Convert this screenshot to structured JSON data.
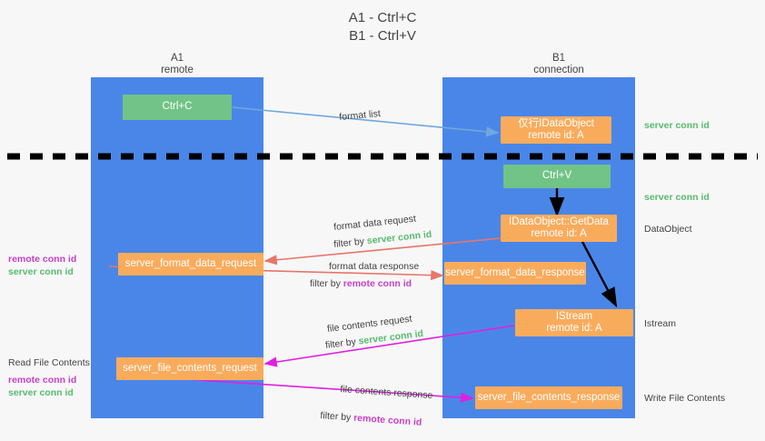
{
  "title": {
    "line1": "A1 - Ctrl+C",
    "line2": "B1 - Ctrl+V"
  },
  "lanes": [
    {
      "name": "A1",
      "sub": "remote"
    },
    {
      "name": "B1",
      "sub": "connection"
    }
  ],
  "nodes": {
    "ctrl_c": "Ctrl+C",
    "ctrl_v": "Ctrl+V",
    "idataobject_l1": "仅行IDataObject",
    "idataobject_l2": "remote id: A",
    "getdata_l1": "IDataObject::GetData",
    "getdata_l2": "remote id: A",
    "istream_l1": "IStream",
    "istream_l2": "remote id: A",
    "server_format_data_request": "server_format_data_request",
    "server_format_data_response": "server_format_data_response",
    "server_file_contents_request": "server_file_contents_request",
    "server_file_contents_response": "server_file_contents_response"
  },
  "edge_labels": {
    "format_list": "format list",
    "format_data_request": "format data request",
    "format_data_request_filter_prefix": "filter by ",
    "format_data_request_filter_value": "server conn id",
    "format_data_response": "format data response",
    "format_data_response_filter_prefix": "filter by ",
    "format_data_response_filter_value": "remote conn id",
    "file_contents_request": "file contents request",
    "file_contents_request_filter_prefix": "filter by ",
    "file_contents_request_filter_value": "server conn id",
    "file_contents_response": "file contents response",
    "file_contents_response_filter_prefix": "filter by ",
    "file_contents_response_filter_value": "remote conn id"
  },
  "right_labels": {
    "server_conn_id_1": "server conn id",
    "server_conn_id_2": "server conn id",
    "dataobject": "DataObject",
    "istream": "Istream",
    "write_file_contents": "Write File Contents"
  },
  "left_labels": {
    "remote_conn_id_1": "remote conn id",
    "server_conn_id_1": "server conn id",
    "read_file_contents": "Read File Contents",
    "remote_conn_id_2": "remote conn id",
    "server_conn_id_2": "server conn id"
  },
  "colors": {
    "lane": "#4a86e8",
    "orange": "#f9ab5c",
    "green_box": "#72c387",
    "green_text": "#57bb6e",
    "magenta_text": "#c83fc8",
    "red_arrow": "#e8756a",
    "blue_arrow": "#6fa8dc",
    "magenta_arrow": "#e020e0",
    "black": "#000000",
    "background": "#f7f7f7",
    "text": "#434343"
  }
}
